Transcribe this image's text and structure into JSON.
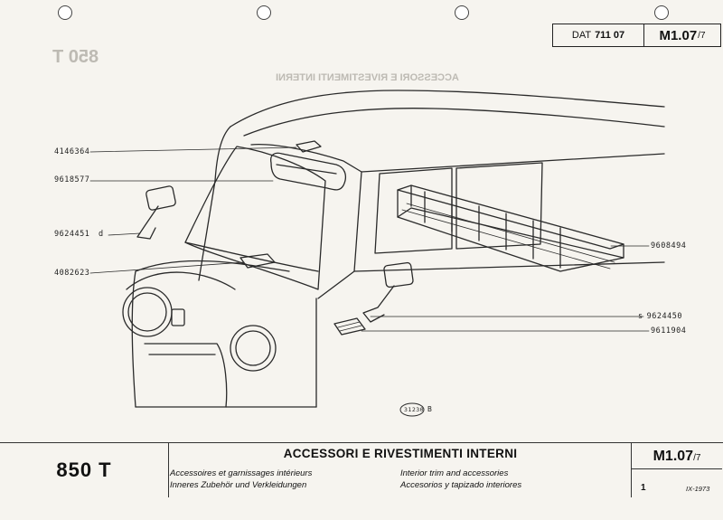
{
  "header": {
    "dat_label": "DAT",
    "dat_number": "711 07",
    "sheet_code": "M1.07",
    "sheet_suffix": "/7"
  },
  "parts": [
    {
      "number": "4146364",
      "qualifier": ""
    },
    {
      "number": "9618577",
      "qualifier": ""
    },
    {
      "number": "9624451",
      "qualifier": "d"
    },
    {
      "number": "4082623",
      "qualifier": ""
    },
    {
      "number": "9608494",
      "qualifier": ""
    },
    {
      "number": "9624450",
      "qualifier": "s"
    },
    {
      "number": "9611904",
      "qualifier": ""
    }
  ],
  "drawing": {
    "figure_number": "31230",
    "figure_letter": "B"
  },
  "footer": {
    "model": "850 T",
    "title_it": "ACCESSORI E RIVESTIMENTI INTERNI",
    "title_fr": "Accessoires et garnissages intérieurs",
    "title_de": "Inneres Zubehör und Verkleidungen",
    "title_en": "Interior trim and accessories",
    "title_es": "Accesorios y tapizado interiores",
    "sheet_code": "M1.07",
    "sheet_suffix": "/7",
    "page": "1",
    "date": "IX-1973"
  },
  "colors": {
    "ink": "#222222",
    "paper": "#f6f4ef",
    "ghost": "#bdbab3"
  }
}
